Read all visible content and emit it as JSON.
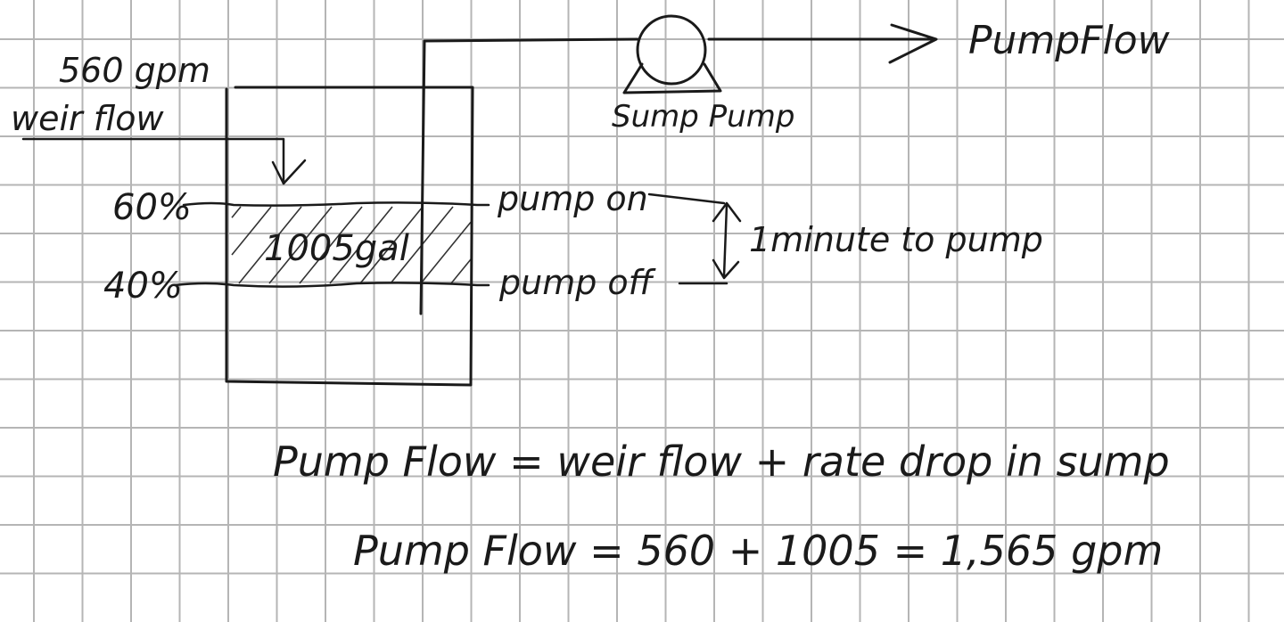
{
  "labels": {
    "weir_rate": "560 gpm",
    "weir_flow": "weir flow",
    "level_high": "60%",
    "level_low": "40%",
    "volume": "1005gal",
    "pump_on": "pump on",
    "pump_off": "pump off",
    "time_to_pump": "1minute to pump",
    "sump_pump": "Sump Pump",
    "output": "PumpFlow"
  },
  "equations": {
    "line1": "Pump Flow = weir flow + rate drop in sump",
    "line2": "Pump Flow = 560 + 1005 = 1,565 gpm"
  },
  "colors": {
    "ink": "#1a1a1a",
    "grid": "#b5b5b5",
    "paper": "#ffffff"
  }
}
